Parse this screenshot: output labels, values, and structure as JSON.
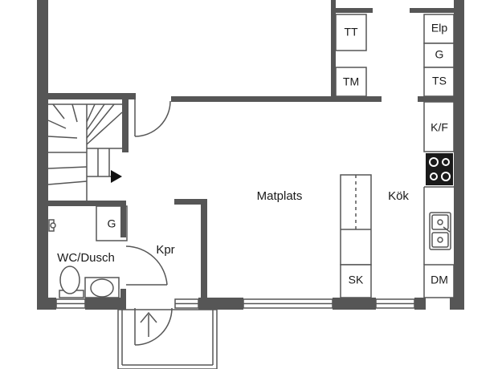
{
  "rooms": {
    "dining": "Matplats",
    "kitchen": "Kök",
    "wc": "WC/Dusch",
    "closet": "Kpr"
  },
  "fixtures": {
    "tt": "TT",
    "tm": "TM",
    "elp": "Elp",
    "g_upper": "G",
    "ts": "TS",
    "kf": "K/F",
    "sk": "SK",
    "dm": "DM",
    "g_closet": "G"
  }
}
